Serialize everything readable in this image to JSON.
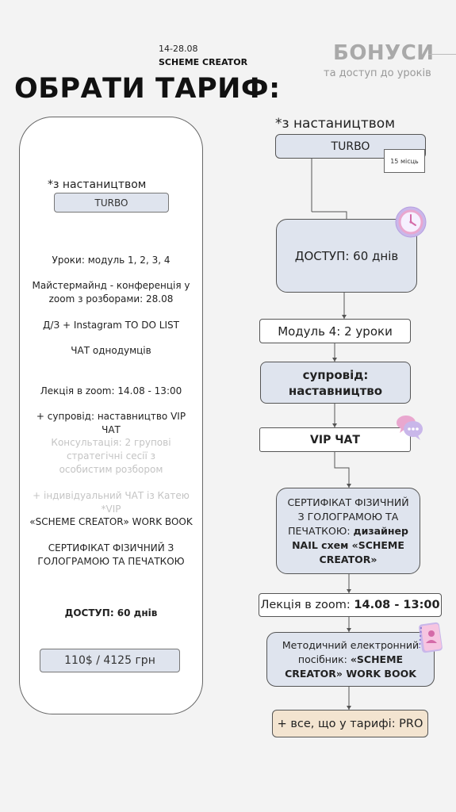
{
  "header": {
    "dates": "14-28.08",
    "subtitle": "SCHEME CREATOR",
    "title": "ОБРАТИ ТАРИФ:",
    "bonus_title": "БОНУСИ",
    "bonus_sub": "та доступ до уроків"
  },
  "left_card": {
    "mentor_label": "*з настаництвом",
    "turbo_label": "TURBO",
    "items": [
      {
        "text": "Уроки: модуль 1, 2, 3, 4",
        "style": "normal"
      },
      {
        "text": "Майстермайнд - конференція у zoom з розборами: 28.08",
        "style": "normal"
      },
      {
        "text": "Д/З + Instagram TO DO LIST",
        "style": "normal"
      },
      {
        "text": "ЧАТ однодумців",
        "style": "normal"
      },
      {
        "text": "Лекція в zoom: 14.08 - 13:00",
        "style": "normal"
      },
      {
        "text": "+ супровід: наставництво VIP ЧАТ",
        "style": "normal"
      },
      {
        "text": "Консультація: 2 групові стратегічні сесії з особистим розбором",
        "style": "muted"
      },
      {
        "text": "+ індивідуальний ЧАТ із Катею *VIP",
        "style": "muted"
      },
      {
        "text": "«SCHEME CREATOR» WORK BOOK",
        "style": "normal"
      },
      {
        "text": "СЕРТИФІКАТ ФІЗИЧНИЙ З ГОЛОГРАМОЮ ТА ПЕЧАТКОЮ",
        "style": "normal"
      },
      {
        "text": "ДОСТУП: 60 днів",
        "style": "bold"
      }
    ],
    "price": "110$ / 4125 грн"
  },
  "flow": {
    "mentor_label": "*з настаництвом",
    "turbo": "TURBO",
    "seats_note": "15 місць",
    "access": "ДОСТУП: 60 днів",
    "module": "Модуль 4: 2 уроки",
    "support_line1": "супровід:",
    "support_line2": "наставництво",
    "vip_chat": "VIP ЧАТ",
    "cert_plain": "СЕРТИФІКАТ ФІЗИЧНИЙ З ГОЛОГРАМОЮ ТА ПЕЧАТКОЮ: ",
    "cert_bold": "дизайнер NAIL схем «SCHEME CREATOR»",
    "lecture_plain": "Лекція в zoom: ",
    "lecture_bold": "14.08 - 13:00",
    "workbook_plain": "Методичний електронний посібник: ",
    "workbook_bold": "«SCHEME CREATOR» WORK BOOK",
    "pro": "+ все, що у тарифі: PRO"
  },
  "icons": [
    "clock-icon",
    "chat-bubbles-icon",
    "notebook-icon"
  ],
  "colors": {
    "box_blue": "#dfe4ee",
    "box_beige": "#f3e4d0",
    "muted_text": "#c4c4c4",
    "icon_pink": "#e9a7cf",
    "icon_lilac": "#c9b7ea"
  }
}
